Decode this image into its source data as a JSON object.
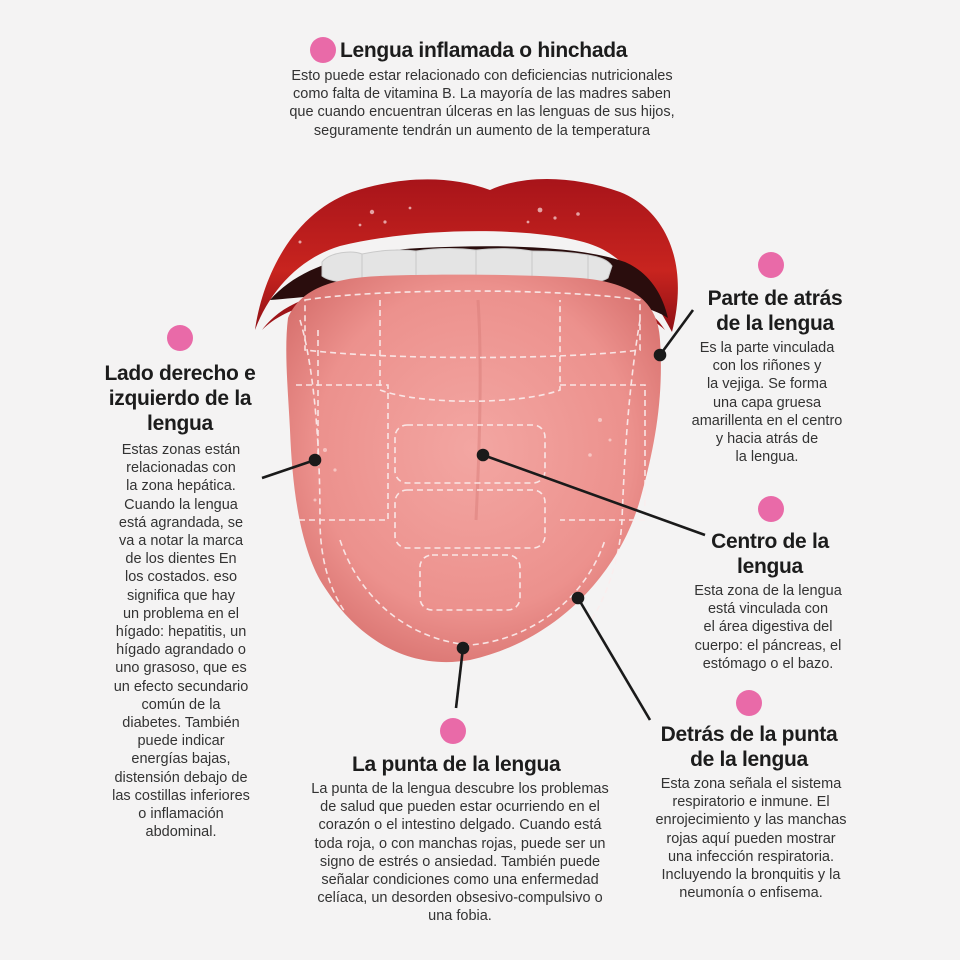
{
  "colors": {
    "background": "#f4f3f3",
    "marker": "#e96aa8",
    "lip": "#c01e1e",
    "tongue": "#eb8f8c",
    "teeth": "#e2e2e2",
    "leader_line": "#1a1a1a"
  },
  "sections": {
    "swollen": {
      "title": "Lengua inflamada o hinchada",
      "text": "Esto puede estar relacionado con deficiencias nutricionales\ncomo falta de vitamina B. La mayoría de las madres saben\nque cuando encuentran úlceras en las lenguas de sus hijos,\nseguramente tendrán un aumento de la temperatura"
    },
    "back": {
      "title": "Parte de atrás\nde la lengua",
      "text": "Es la parte vinculada\ncon los riñones y\nla vejiga. Se forma\nuna capa gruesa\namarillenta en el centro\ny hacia atrás de\nla lengua."
    },
    "sides": {
      "title": "Lado derecho e\nizquierdo de la\nlengua",
      "text": "Estas zonas están\nrelacionadas con\nla zona hepática.\nCuando la lengua\nestá agrandada, se\nva a notar la marca\nde los dientes En\nlos costados. eso\nsignifica que hay\nun problema en el\nhígado: hepatitis, un\nhígado agrandado o\nuno grasoso, que es\nun efecto secundario\ncomún de la\ndiabetes. También\npuede indicar\nenergías bajas,\ndistensión debajo de\nlas costillas inferiores\no inflamación\nabdominal."
    },
    "center": {
      "title": "Centro de la\nlengua",
      "text": "Esta zona de la lengua\nestá vinculada con\nel área digestiva del\ncuerpo: el páncreas, el\nestómago o el bazo."
    },
    "behind_tip": {
      "title": "Detrás de la punta\nde la lengua",
      "text": "Esta zona señala el sistema\nrespiratorio e inmune. El\nenrojecimiento y las manchas\nrojas aquí pueden mostrar\nuna infección respiratoria.\nIncluyendo la bronquitis y la\nneumonía o enfisema."
    },
    "tip": {
      "title": "La punta de la lengua",
      "text": "La punta de la lengua descubre los problemas\nde salud que pueden estar ocurriendo en el\ncorazón o el intestino delgado. Cuando está\ntoda roja, o con manchas rojas, puede ser un\nsigno de estrés o ansiedad. También puede\nseñalar condiciones como una enfermedad\ncelíaca, un desorden obsesivo-compulsivo o\nuna fobia."
    }
  }
}
